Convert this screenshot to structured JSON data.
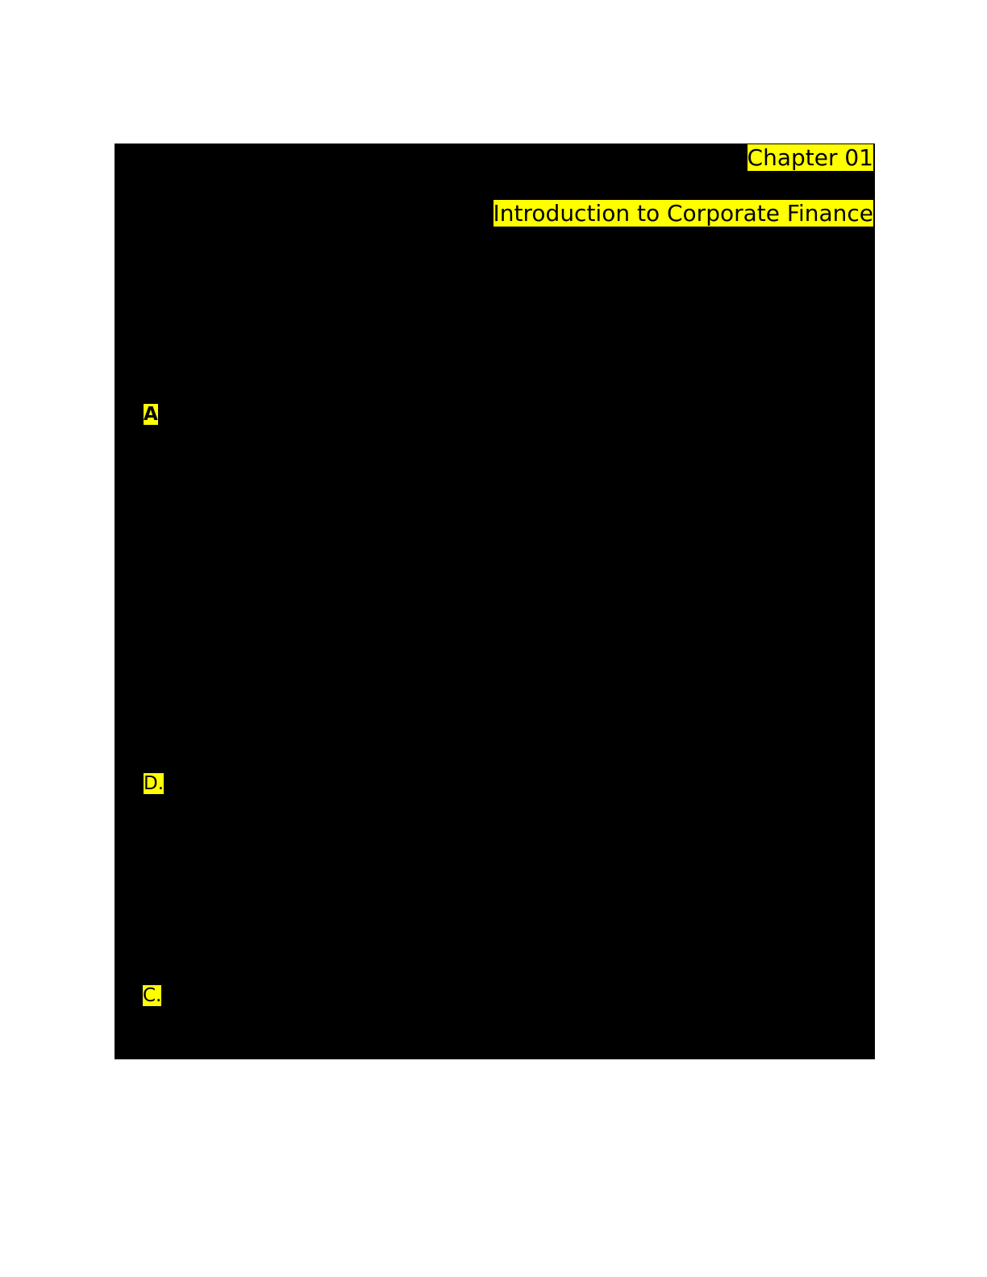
{
  "page": {
    "background_color": "#ffffff"
  },
  "content_area": {
    "background_color": "#000000",
    "text_color": "#000000"
  },
  "highlight_color": "#ffff00",
  "header": {
    "chapter_label": "Chapter 01",
    "title": "Introduction to Corporate Finance"
  },
  "highlighted_answers": [
    {
      "label": "A"
    },
    {
      "label": "D."
    },
    {
      "label": "C."
    }
  ]
}
